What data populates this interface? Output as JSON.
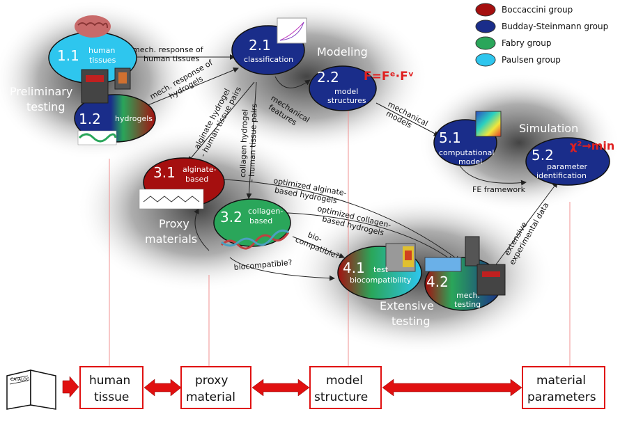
{
  "legend": [
    {
      "label": "Boccaccini group",
      "color": "#a50f0f"
    },
    {
      "label": "Budday-Steinmann group",
      "color": "#1a2d8a"
    },
    {
      "label": "Fabry group",
      "color": "#2aa65a"
    },
    {
      "label": "Paulsen group",
      "color": "#2ec6ee"
    }
  ],
  "regions": {
    "preliminary": [
      "Preliminary",
      "testing"
    ],
    "modeling": "Modeling",
    "simulation": "Simulation",
    "proxy": [
      "Proxy",
      "materials"
    ],
    "extensive": [
      "Extensive",
      "testing"
    ]
  },
  "nodes": {
    "n11": {
      "num": "1.1",
      "label": [
        "human",
        "tissues"
      ]
    },
    "n12": {
      "num": "1.2",
      "label": [
        "hydrogels"
      ]
    },
    "n21": {
      "num": "2.1",
      "label": [
        "classification"
      ]
    },
    "n22": {
      "num": "2.2",
      "label": [
        "model",
        "structures"
      ],
      "formula": "F=Fᵉ·Fᵛ"
    },
    "n31": {
      "num": "3.1",
      "label": [
        "alginate-",
        "based"
      ]
    },
    "n32": {
      "num": "3.2",
      "label": [
        "collagen-",
        "based"
      ]
    },
    "n41": {
      "num": "4.1",
      "label": [
        "test",
        "biocompatibility"
      ]
    },
    "n42": {
      "num": "4.2",
      "label": [
        "mech.",
        "testing"
      ]
    },
    "n51": {
      "num": "5.1",
      "label": [
        "computational",
        "model"
      ]
    },
    "n52": {
      "num": "5.2",
      "label": [
        "parameter",
        "identification"
      ],
      "formula": "χ²→min"
    }
  },
  "edges": {
    "e1": [
      "mech. response of",
      "human tissues"
    ],
    "e2": [
      "mech. response of",
      "hydrogels"
    ],
    "e3": [
      "alginate hydrogel",
      "- human tissue pairs"
    ],
    "e4": [
      "collagen hydrogel",
      "- human tissue pairs"
    ],
    "e5": [
      "mechanical",
      "features"
    ],
    "e6": [
      "mechanical",
      "models"
    ],
    "e7": "FE framework",
    "e8": [
      "optimized alginate-",
      "based hydrogels"
    ],
    "e9": [
      "optimized collagen-",
      "based hydrogels"
    ],
    "e10": [
      "bio-",
      "compatible?"
    ],
    "e11": "biocompatible?",
    "e12": [
      "extensive",
      "experimental data"
    ]
  },
  "bottom": {
    "catalog": "CATALOG",
    "boxes": [
      [
        "human",
        "tissue"
      ],
      [
        "proxy",
        "material"
      ],
      [
        "model",
        "structure"
      ],
      [
        "material",
        "parameters"
      ]
    ]
  }
}
